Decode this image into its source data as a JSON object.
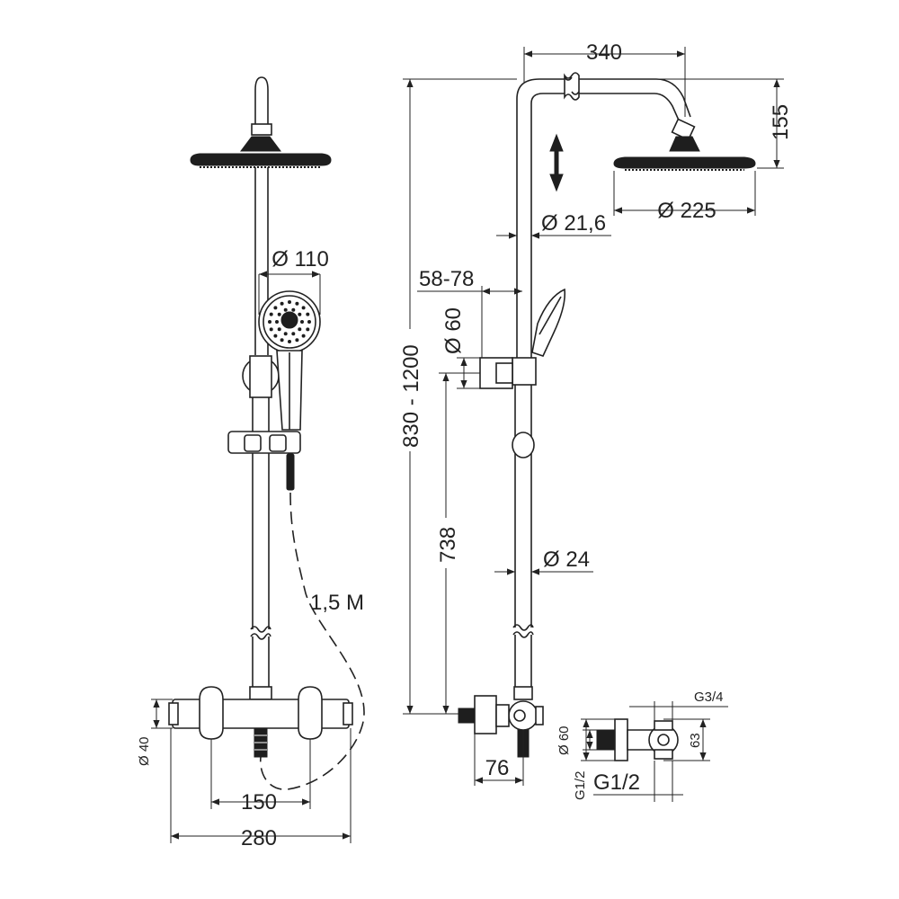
{
  "diagram": {
    "front_view": {
      "handshower_diameter": "Ø 110",
      "hose_length": "1,5 M",
      "body_diameter": "Ø 40",
      "inlet_spacing": "150",
      "body_width": "280"
    },
    "side_view": {
      "arm_reach": "340",
      "head_height": "155",
      "head_diameter": "Ø 225",
      "upper_pipe_diameter": "Ø 21,6",
      "wall_offset": "58-78",
      "bracket_diameter": "Ø 60",
      "height_range": "830 - 1200",
      "slider_height": "738",
      "lower_pipe_diameter": "Ø 24",
      "body_depth": "76"
    },
    "connector_view": {
      "thread_outlet": "G3/4",
      "flange_diameter": "Ø 60",
      "offset_height": "63",
      "thread_inlet_vertical": "G1/2",
      "thread_inlet": "G1/2"
    }
  }
}
